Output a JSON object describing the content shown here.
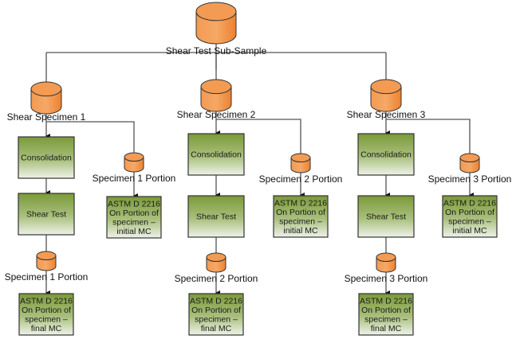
{
  "root": {
    "label": "Shear Test Sub-Sample"
  },
  "colors": {
    "cylinder_fill": "#f08a3c",
    "cylinder_top": "#f39b53",
    "box_top": "#7a9a3a",
    "box_bottom": "#e8eee0",
    "line": "#555555"
  },
  "specimens": [
    {
      "label": "Shear Specimen 1",
      "steps": [
        "Consolidation",
        "Shear Test"
      ],
      "initial_portion": {
        "label": "Specimen 1 Portion",
        "box": [
          "ASTM D 2216",
          "On Portion of",
          "specimen –",
          "initial MC"
        ]
      },
      "final_portion": {
        "label": "Specimen 1 Portion",
        "box": [
          "ASTM D 2216",
          "On Portion of",
          "specimen –",
          "final MC"
        ]
      }
    },
    {
      "label": "Shear Specimen 2",
      "steps": [
        "Consolidation",
        "Shear Test"
      ],
      "initial_portion": {
        "label": "Specimen 2 Portion",
        "box": [
          "ASTM D 2216",
          "On Portion of",
          "specimen –",
          "initial MC"
        ]
      },
      "final_portion": {
        "label": "Specimen 2 Portion",
        "box": [
          "ASTM D 2216",
          "On Portion of",
          "specimen –",
          "final MC"
        ]
      }
    },
    {
      "label": "Shear Specimen 3",
      "steps": [
        "Consolidation",
        "Shear Test"
      ],
      "initial_portion": {
        "label": "Specimen 3 Portion",
        "box": [
          "ASTM D 2216",
          "On Portion of",
          "specimen –",
          "initial MC"
        ]
      },
      "final_portion": {
        "label": "Specimen 3 Portion",
        "box": [
          "ASTM D 2216",
          "On Portion of",
          "specimen –",
          "final MC"
        ]
      }
    }
  ]
}
